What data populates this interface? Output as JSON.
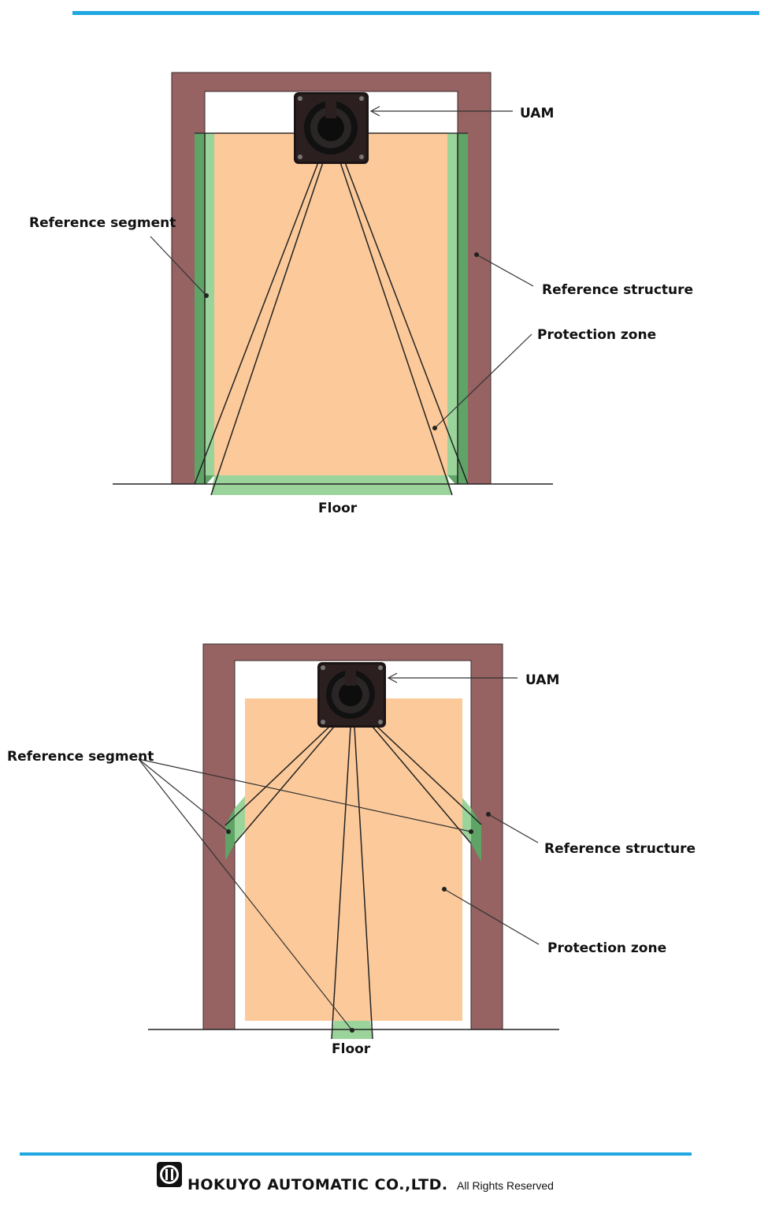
{
  "colors": {
    "rule": "#1EA7E1",
    "structure": "#966262",
    "structure_outline": "#3a2a2a",
    "protection_zone": "#FCCA9A",
    "reference_segment": "#5FA366",
    "reference_segment_light": "#9BD49A",
    "sensor_body": "#1c1414",
    "leader": "#333333"
  },
  "diagram1": {
    "label_uam": "UAM",
    "label_reference_segment": "Reference segment",
    "label_reference_structure": "Reference structure",
    "label_protection_zone": "Protection zone",
    "label_floor": "Floor"
  },
  "diagram2": {
    "label_uam": "UAM",
    "label_reference_segment": "Reference segment",
    "label_reference_structure": "Reference structure",
    "label_protection_zone": "Protection zone",
    "label_floor": "Floor"
  },
  "footer": {
    "logo_icon": "hokuyo-logo-icon",
    "company": "HOKUYO AUTOMATIC CO.,LTD.",
    "rights": "All Rights Reserved"
  }
}
